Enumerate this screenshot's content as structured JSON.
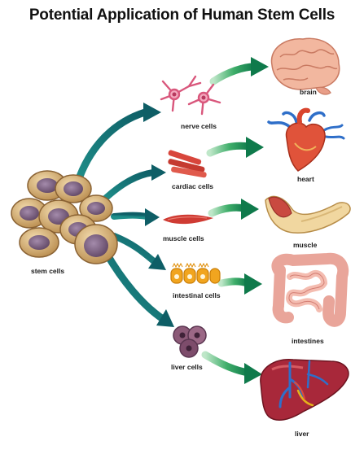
{
  "title": "Potential Application of Human Stem Cells",
  "source": {
    "label": "stem cells"
  },
  "rows": [
    {
      "cell_label": "nerve cells",
      "organ_label": "brain"
    },
    {
      "cell_label": "cardiac cells",
      "organ_label": "heart"
    },
    {
      "cell_label": "muscle cells",
      "organ_label": "muscle"
    },
    {
      "cell_label": "intestinal cells",
      "organ_label": "intestines"
    },
    {
      "cell_label": "liver cells",
      "organ_label": "liver"
    }
  ]
}
